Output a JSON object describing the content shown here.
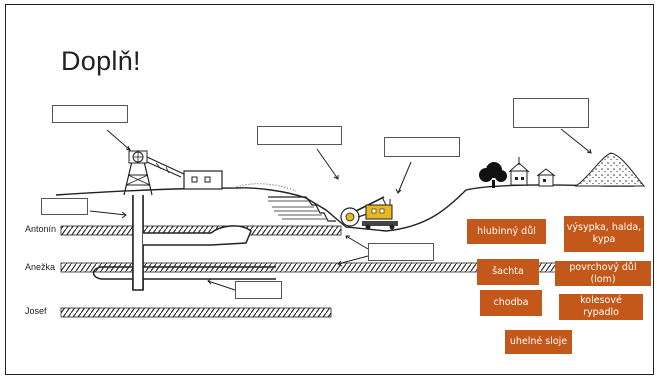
{
  "slide": {
    "title": "Doplň!"
  },
  "seams": [
    {
      "label": "Antonín"
    },
    {
      "label": "Anežka"
    },
    {
      "label": "Josef"
    }
  ],
  "word_bank": [
    {
      "text": "hlubinný důl"
    },
    {
      "text": "výsypka, halda, kypa"
    },
    {
      "text": "šachta"
    },
    {
      "text": "povrchový důl (lom)"
    },
    {
      "text": "chodba"
    },
    {
      "text": "kolesové rypadlo"
    },
    {
      "text": "uhelné sloje"
    }
  ],
  "colors": {
    "word_tile": "#c4581b",
    "excavator": "#e8b81e",
    "seam_fill": "#6b5a3a",
    "ink": "#222222"
  }
}
